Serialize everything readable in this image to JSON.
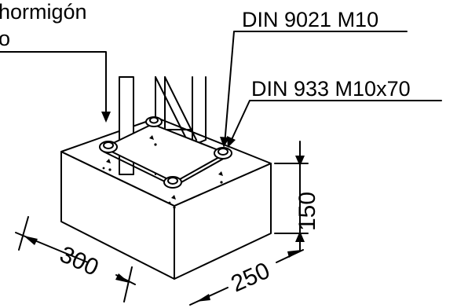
{
  "labels": {
    "concrete_note_line1": "hormigón",
    "concrete_note_line2": "o",
    "nut_spec": "DIN 9021 M10",
    "bolt_spec": "DIN 933 M10x70"
  },
  "dimensions": {
    "length": "300",
    "width": "250",
    "height": "150"
  }
}
